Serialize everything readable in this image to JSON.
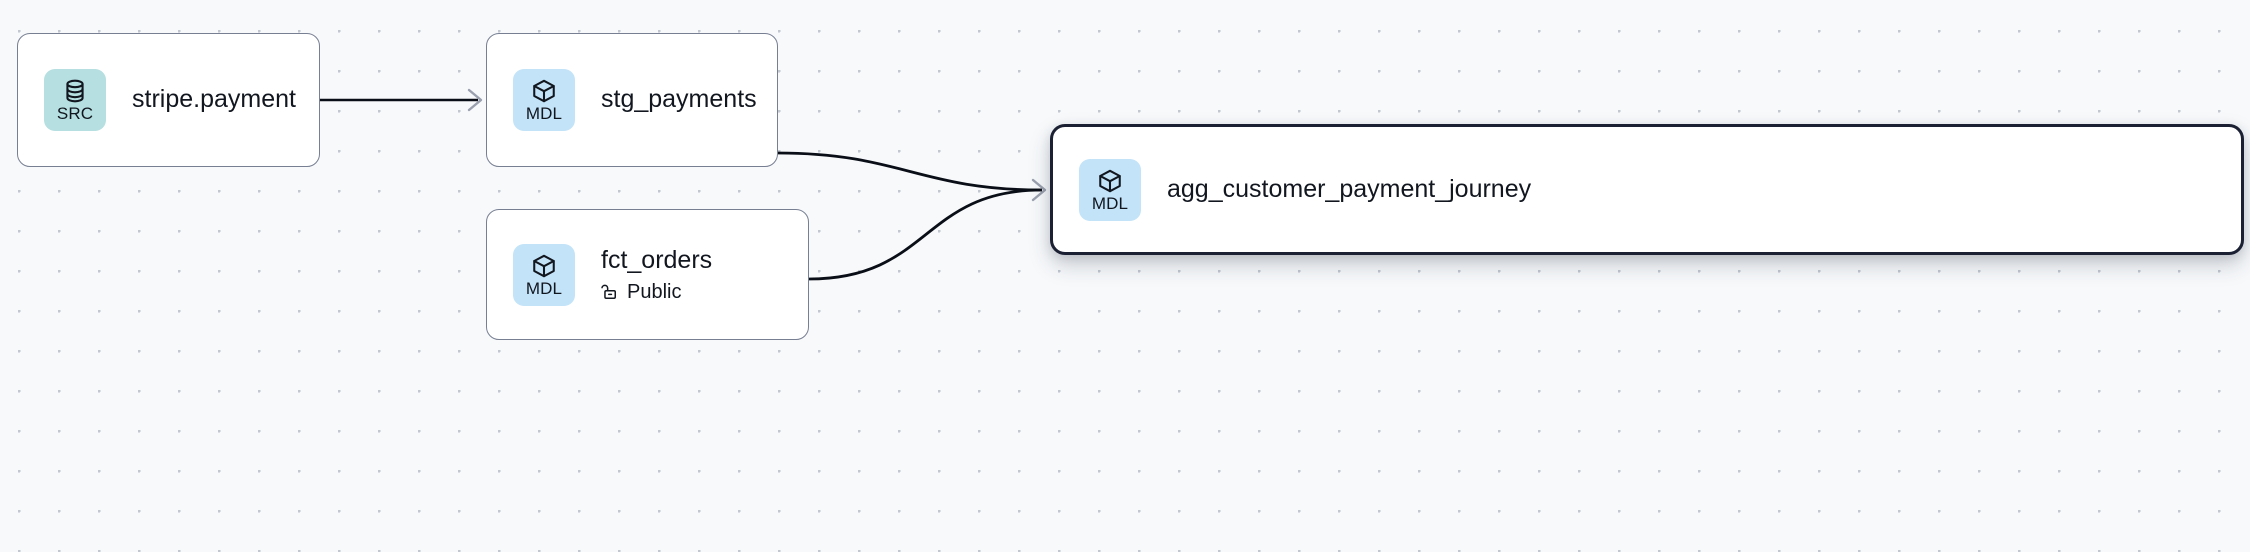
{
  "graph": {
    "canvas": {
      "background_color": "#f7f9fb",
      "grid": "dot-grid",
      "grid_dot_color": "#c2c7d0"
    },
    "nodes": [
      {
        "id": "stripe-payment",
        "title": "stripe.payment",
        "badge_label": "SRC",
        "badge_icon": "database-icon",
        "badge_color": "#b5dfe0",
        "selected": false,
        "meta": null
      },
      {
        "id": "stg-payments",
        "title": "stg_payments",
        "badge_label": "MDL",
        "badge_icon": "cube-icon",
        "badge_color": "#c3e3f8",
        "selected": false,
        "meta": null
      },
      {
        "id": "fct-orders",
        "title": "fct_orders",
        "badge_label": "MDL",
        "badge_icon": "cube-icon",
        "badge_color": "#c3e3f8",
        "selected": false,
        "meta": {
          "icon": "unlock-icon",
          "label": "Public"
        }
      },
      {
        "id": "agg-customer-payment-journey",
        "title": "agg_customer_payment_journey",
        "badge_label": "MDL",
        "badge_icon": "cube-icon",
        "badge_color": "#c3e3f8",
        "selected": true,
        "meta": null
      }
    ],
    "edges": [
      {
        "id": "edge-stripe-to-stg",
        "from": "stripe-payment",
        "to": "stg-payments",
        "shape": "straight",
        "color": "#0a0e16"
      },
      {
        "id": "edge-stg-to-agg",
        "from": "stg-payments",
        "to": "agg-customer-payment-journey",
        "shape": "bezier",
        "color": "#0a0e16"
      },
      {
        "id": "edge-fct-to-agg",
        "from": "fct-orders",
        "to": "agg-customer-payment-journey",
        "shape": "bezier",
        "color": "#0a0e16"
      }
    ],
    "edge_arrow_color": "#9aa0ae"
  }
}
